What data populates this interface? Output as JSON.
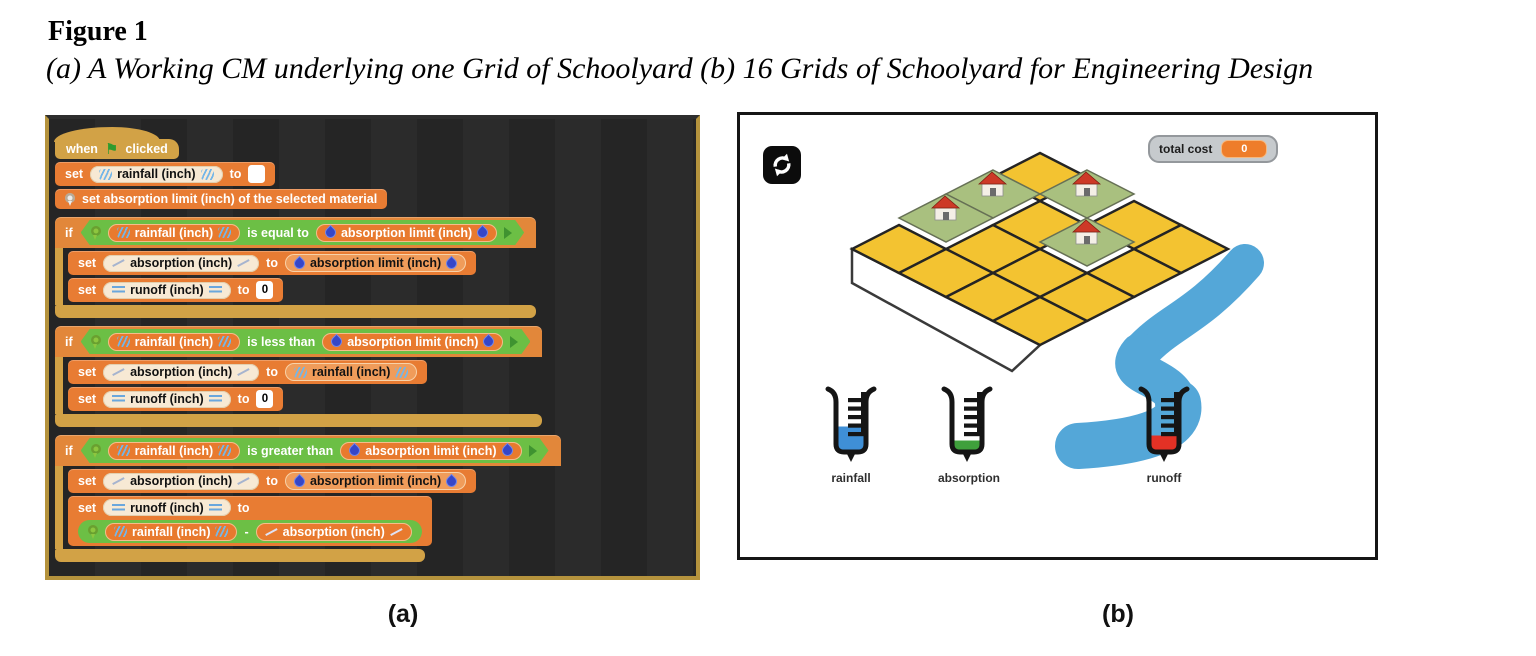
{
  "figure": {
    "title": "Figure 1",
    "caption": "(a) A Working CM underlying one Grid of Schoolyard (b) 16 Grids of Schoolyard for Engineering Design",
    "panel_a_label": "(a)",
    "panel_b_label": "(b)"
  },
  "colors": {
    "orange": "#e87c33",
    "gold": "#d2a246",
    "green": "#6cbf45",
    "cream": "#f7e9d4",
    "reporter": "#e87a2e",
    "cost": "#ee7d2a",
    "tile_yellow": "#f3c331",
    "tile_green": "#a9c07f",
    "river_blue": "#54a7d8"
  },
  "script": {
    "hat": {
      "when": "when",
      "clicked": "clicked",
      "flag_icon": "green-flag-icon"
    },
    "kw": {
      "set": "set",
      "to": "to",
      "if": "if",
      "minus": "-"
    },
    "vars": {
      "rainfall": "rainfall (inch)",
      "absorption": "absorption (inch)",
      "runoff": "runoff (inch)",
      "limit": "absorption limit (inch)"
    },
    "custom_cmd": "set absorption limit (inch) of the selected material",
    "ops": {
      "eq": "is equal to",
      "lt": "is less than",
      "gt": "is greater than"
    },
    "values": {
      "zero": "0",
      "empty": ""
    },
    "icons": {
      "rainfall": "rain-icon",
      "absorption": "absorb-line-icon",
      "runoff": "wave-icon",
      "limit": "water-drop-icon",
      "location": "pin-icon"
    }
  },
  "sim": {
    "reset_icon": "refresh-icon",
    "watcher": {
      "label": "total cost",
      "value": "0"
    },
    "grid": {
      "rows": 4,
      "cols": 4,
      "house_tiles": [
        [
          1,
          0
        ],
        [
          2,
          0
        ],
        [
          0,
          1
        ],
        [
          1,
          2
        ]
      ]
    },
    "beakers": [
      {
        "label": "rainfall",
        "fill": "#3f8fd6",
        "level": 0.42
      },
      {
        "label": "absorption",
        "fill": "#3fa03c",
        "level": 0.18
      },
      {
        "label": "runoff",
        "fill": "#e33125",
        "level": 0.27
      }
    ]
  }
}
